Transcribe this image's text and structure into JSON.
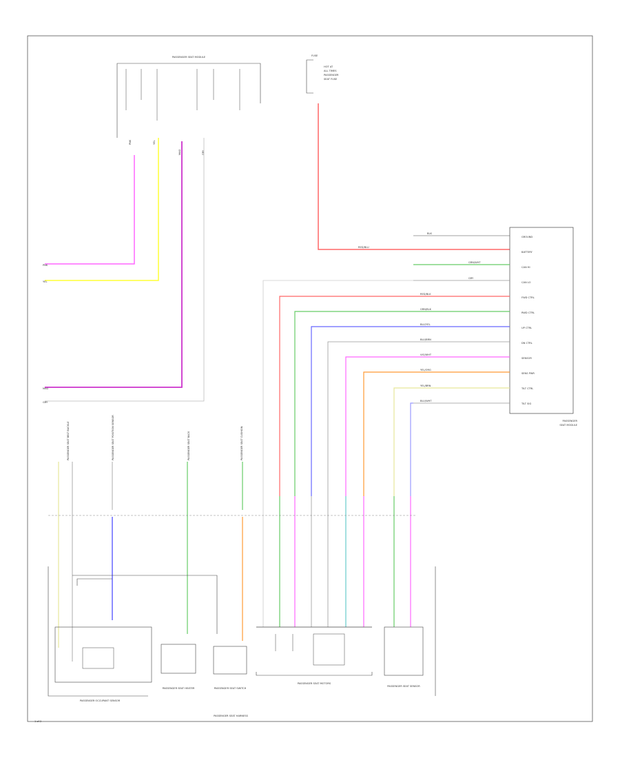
{
  "colors": {
    "pink": "#ff66ff",
    "yellow": "#ffff33",
    "magenta": "#cc33cc",
    "red": "#ff6666",
    "green": "#66cc66",
    "blue": "#6666ff",
    "gray": "#999999",
    "orange": "#ff9933",
    "light_yellow": "#e6e699",
    "lavender": "#9999ff",
    "line": "#444444"
  },
  "top_connector": {
    "title": "PASSENGER SEAT MODULE",
    "pins": [
      "PNK",
      "YEL",
      "MAG",
      "GRY"
    ]
  },
  "fuse_block": {
    "title": "FUSE",
    "lines": [
      "HOT AT",
      "ALL TIMES",
      "PASSENGER",
      "SEAT FUSE"
    ]
  },
  "module": {
    "title": "PASSENGER",
    "subtitle": "SEAT MODULE",
    "pins": [
      {
        "label": "GROUND",
        "wire": "BLK"
      },
      {
        "label": "BATTERY",
        "wire": "RED/BLU"
      },
      {
        "label": "CAN HI",
        "wire": "GRN/WHT"
      },
      {
        "label": "CAN LO",
        "wire": "GRY"
      },
      {
        "label": "FWD CTRL",
        "wire": "RED/BLK"
      },
      {
        "label": "RWD CTRL",
        "wire": "GRN/BLK"
      },
      {
        "label": "UP CTRL",
        "wire": "BLU/YEL"
      },
      {
        "label": "DN CTRL",
        "wire": "BLU/BRN"
      },
      {
        "label": "SENSOR",
        "wire": "VIO/WHT"
      },
      {
        "label": "SENS PWR",
        "wire": "YEL/ORG"
      },
      {
        "label": "TILT CTRL",
        "wire": "YEL/BRN"
      },
      {
        "label": "TILT SIG",
        "wire": "BLU/WHT"
      }
    ]
  },
  "left_wires": [
    "PNK",
    "YEL",
    "MAG",
    "GRY"
  ],
  "component_labels": [
    "PASSENGER SEAT BELT BUCKLE",
    "PASSENGER SEAT POSITION SENSOR",
    "PASSENGER SEAT BACK",
    "PASSENGER SEAT CUSHION"
  ],
  "bottom_components": [
    {
      "name": "PASSENGER OCCUPANT SENSOR"
    },
    {
      "name": "PASSENGER SEAT HEATER"
    },
    {
      "name": "PASSENGER SEAT SWITCH"
    },
    {
      "name": "PASSENGER SEAT MOTORS"
    },
    {
      "name": "PASSENGER SEAT SENSOR"
    }
  ],
  "footer": {
    "title": "PASSENGER SEAT HARNESS",
    "page": "1 of 2"
  }
}
